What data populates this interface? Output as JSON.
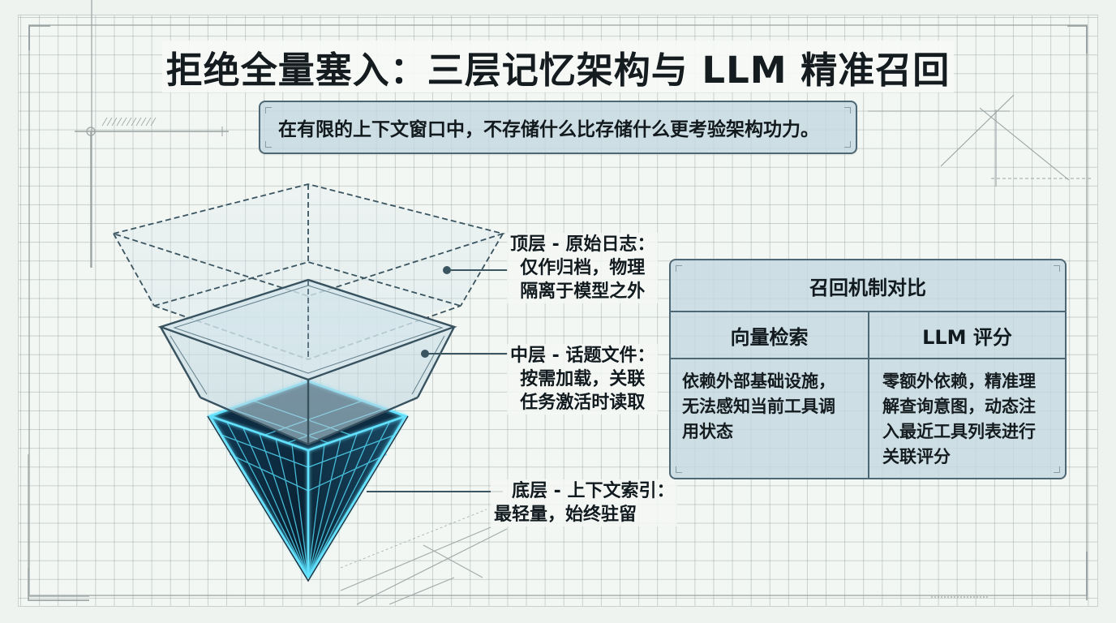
{
  "title": "拒绝全量塞入：三层记忆架构与 LLM 精准召回",
  "subtitle": "在有限的上下文窗口中，不存储什么比存储什么更考验架构功力。",
  "diagram": {
    "type": "inverted-pyramid",
    "layers": [
      {
        "position": "top",
        "heading": "顶层 - 原始日志：",
        "description": "仅作归档，物理隔离于模型之外",
        "lines": [
          "仅作归档，物理",
          "隔离于模型之外"
        ],
        "style": "dashed-transparent"
      },
      {
        "position": "middle",
        "heading": "中层 - 话题文件：",
        "description": "按需加载，关联任务激活时读取",
        "lines": [
          "按需加载，关联",
          "任务激活时读取"
        ],
        "style": "translucent-glass"
      },
      {
        "position": "bottom",
        "heading": "底层 - 上下文索引：",
        "description": "最轻量，始终驻留",
        "lines": [
          "最轻量，始终驻留"
        ],
        "style": "glowing-cyan-grid"
      }
    ],
    "colors": {
      "outline": "#2f4a58",
      "glass": "#cfe3ea",
      "core_dark": "#0c2436",
      "core_glow": "#49d4f2"
    }
  },
  "comparison_table": {
    "title": "召回机制对比",
    "columns": [
      "向量检索",
      "LLM 评分"
    ],
    "rows": [
      {
        "vector": "依赖外部基础设施，无法感知当前工具调用状态",
        "vector_lines": [
          "依赖外部基础设施，",
          "无法感知当前工具调",
          "用状态"
        ],
        "llm": "零额外依赖，精准理解查询意图，动态注入最近工具列表进行关联评分",
        "llm_lines": [
          "零额外依赖，精准理",
          "解查询意图，动态注",
          "入最近工具列表进行",
          "关联评分"
        ]
      }
    ]
  },
  "colors": {
    "background": "#f3f7f3",
    "grid": "#a8b3b3",
    "panel_fill": "#c4d8e1",
    "panel_border": "#4e6774",
    "text": "#111a1e"
  }
}
